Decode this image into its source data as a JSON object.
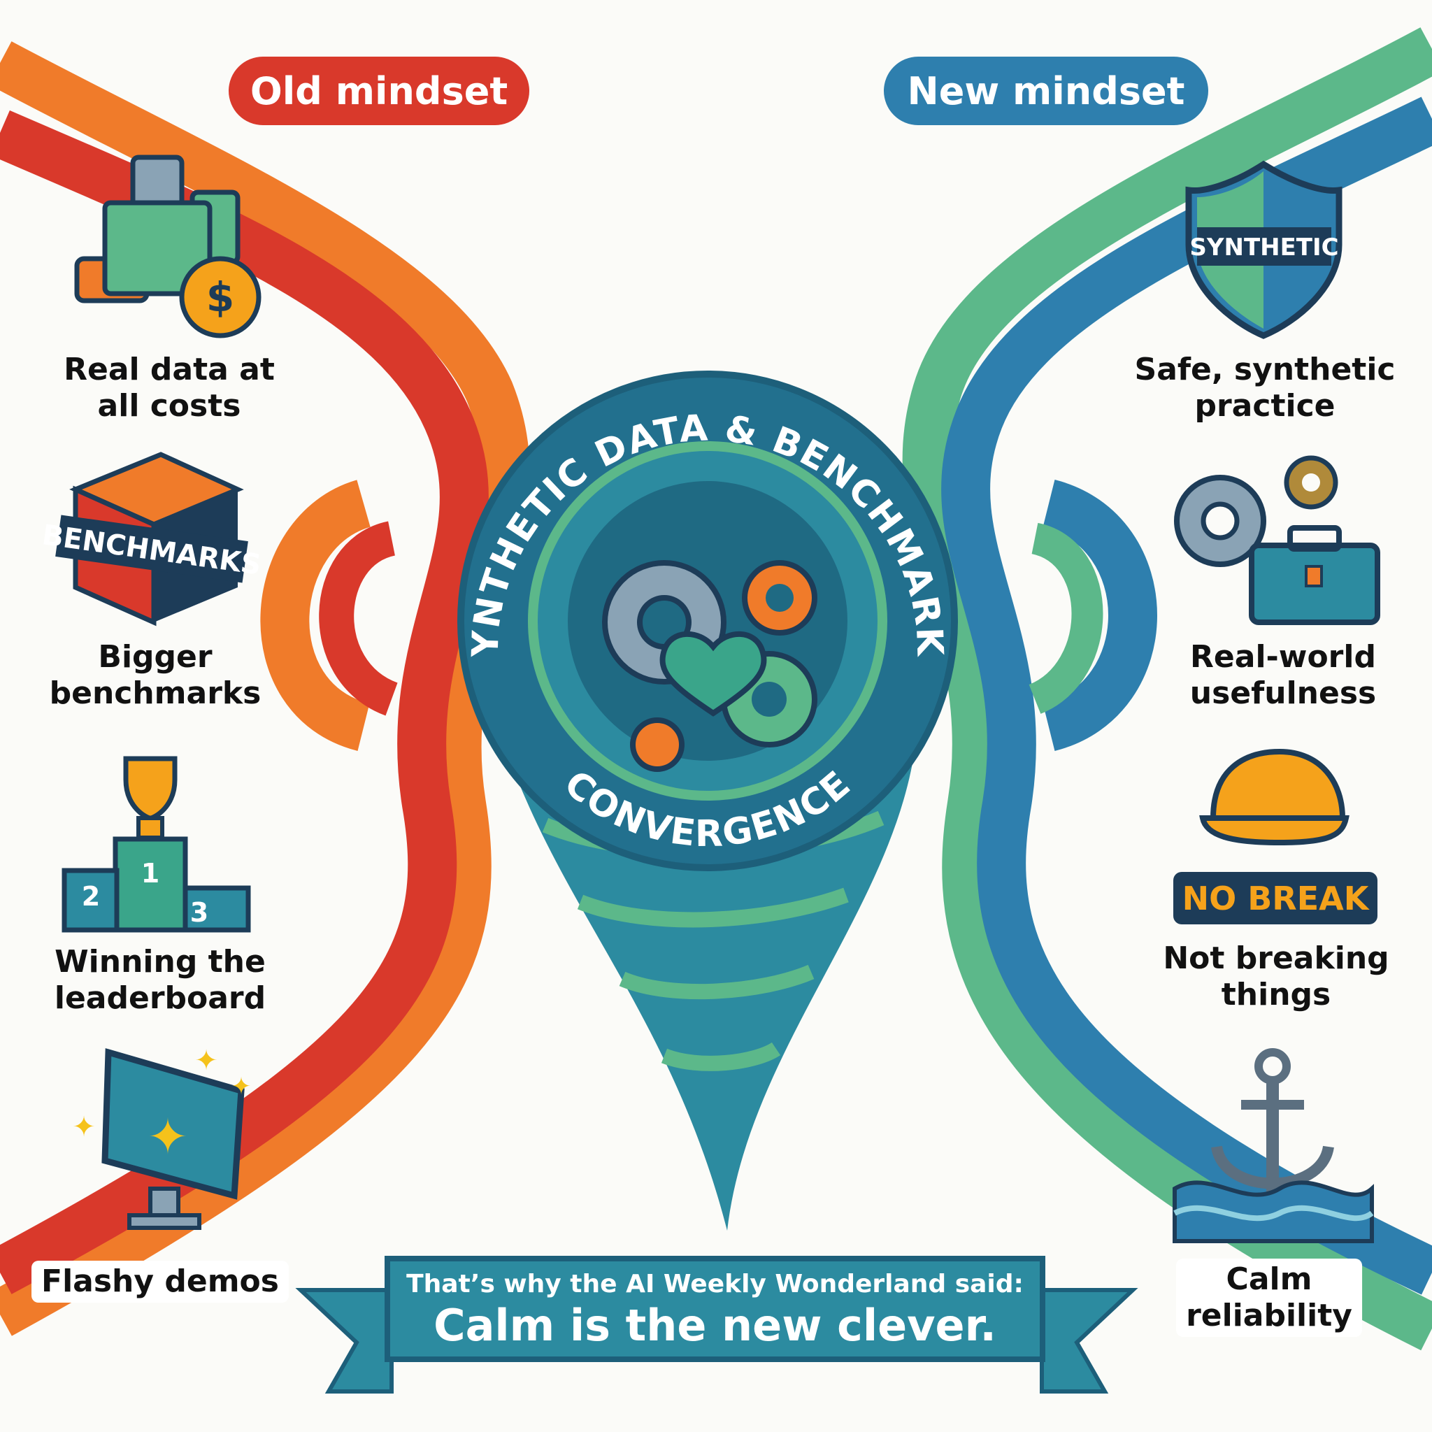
{
  "headers": {
    "old": "Old mindset",
    "new": "New mindset"
  },
  "old_items": [
    {
      "icon": "money-stack-icon",
      "lines": [
        "Real data at",
        "all costs"
      ],
      "icon_text": "$"
    },
    {
      "icon": "benchmarks-box-icon",
      "lines": [
        "Bigger",
        "benchmarks"
      ],
      "icon_text": "BENCHMARKS"
    },
    {
      "icon": "podium-trophy-icon",
      "lines": [
        "Winning the",
        "leaderboard"
      ],
      "icon_text": [
        "1",
        "2",
        "3"
      ]
    },
    {
      "icon": "sparkling-monitor-icon",
      "lines": [
        "Flashy demos"
      ]
    }
  ],
  "new_items": [
    {
      "icon": "shield-icon",
      "lines": [
        "Safe, synthetic",
        "practice"
      ],
      "icon_text": "SYNTHETIC"
    },
    {
      "icon": "gears-toolbox-icon",
      "lines": [
        "Real-world",
        "usefulness"
      ]
    },
    {
      "icon": "hard-hat-icon",
      "lines": [
        "Not breaking",
        "things"
      ],
      "badge": "NO BREAK"
    },
    {
      "icon": "anchor-waves-icon",
      "lines": [
        "Calm",
        "reliability"
      ]
    }
  ],
  "center": {
    "arc_top": "SYNTHETIC DATA & BENCHMARKS",
    "arc_bottom": "CONVERGENCE"
  },
  "banner": {
    "line1": "That’s why the AI Weekly Wonderland said:",
    "line2": "Calm is the new clever."
  },
  "colors": {
    "old": "#d9392b",
    "old_orange": "#f07b2a",
    "new": "#2e7fae",
    "new_green": "#5cb88a",
    "teal": "#2c8ba0",
    "navy": "#1d3c58"
  }
}
